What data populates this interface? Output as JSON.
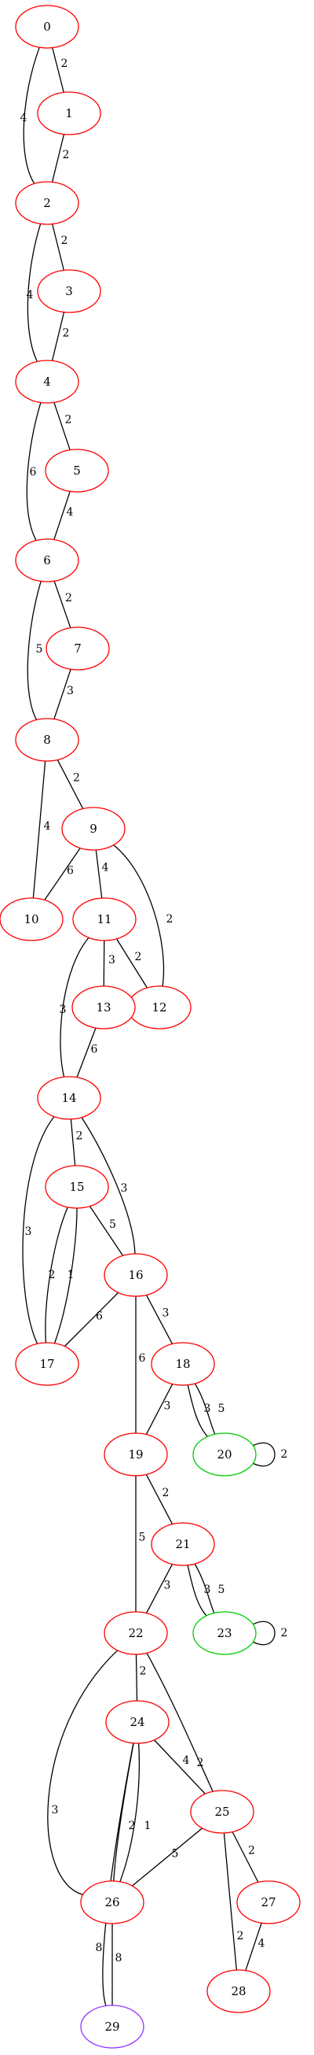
{
  "colors": {
    "default": "#ff0000",
    "green": "#00cc00",
    "purple": "#9933ff"
  },
  "nodes": [
    {
      "id": "n0",
      "label": "0",
      "color": "red"
    },
    {
      "id": "n1",
      "label": "1",
      "color": "red"
    },
    {
      "id": "n2",
      "label": "2",
      "color": "red"
    },
    {
      "id": "n3",
      "label": "3",
      "color": "red"
    },
    {
      "id": "n4",
      "label": "4",
      "color": "red"
    },
    {
      "id": "n5",
      "label": "5",
      "color": "red"
    },
    {
      "id": "n6",
      "label": "6",
      "color": "red"
    },
    {
      "id": "n7",
      "label": "7",
      "color": "red"
    },
    {
      "id": "n8",
      "label": "8",
      "color": "red"
    },
    {
      "id": "n9",
      "label": "9",
      "color": "red"
    },
    {
      "id": "n10",
      "label": "10",
      "color": "red"
    },
    {
      "id": "n11",
      "label": "11",
      "color": "red"
    },
    {
      "id": "n12",
      "label": "12",
      "color": "red"
    },
    {
      "id": "n13",
      "label": "13",
      "color": "red"
    },
    {
      "id": "n14",
      "label": "14",
      "color": "red"
    },
    {
      "id": "n15",
      "label": "15",
      "color": "red"
    },
    {
      "id": "n16",
      "label": "16",
      "color": "red"
    },
    {
      "id": "n17",
      "label": "17",
      "color": "red"
    },
    {
      "id": "n18",
      "label": "18",
      "color": "red"
    },
    {
      "id": "n19",
      "label": "19",
      "color": "red"
    },
    {
      "id": "n20",
      "label": "20",
      "color": "green"
    },
    {
      "id": "n21",
      "label": "21",
      "color": "red"
    },
    {
      "id": "n22",
      "label": "22",
      "color": "red"
    },
    {
      "id": "n23",
      "label": "23",
      "color": "green"
    },
    {
      "id": "n24",
      "label": "24",
      "color": "red"
    },
    {
      "id": "n25",
      "label": "25",
      "color": "red"
    },
    {
      "id": "n26",
      "label": "26",
      "color": "red"
    },
    {
      "id": "n27",
      "label": "27",
      "color": "red"
    },
    {
      "id": "n28",
      "label": "28",
      "color": "red"
    },
    {
      "id": "n29",
      "label": "29",
      "color": "purple"
    }
  ],
  "edges": [
    {
      "source": "n0",
      "target": "n1",
      "label": "2"
    },
    {
      "source": "n0",
      "target": "n2",
      "label": "4"
    },
    {
      "source": "n1",
      "target": "n2",
      "label": "2"
    },
    {
      "source": "n2",
      "target": "n3",
      "label": "2"
    },
    {
      "source": "n2",
      "target": "n4",
      "label": "4"
    },
    {
      "source": "n3",
      "target": "n4",
      "label": "2"
    },
    {
      "source": "n4",
      "target": "n5",
      "label": "2"
    },
    {
      "source": "n4",
      "target": "n6",
      "label": "6"
    },
    {
      "source": "n5",
      "target": "n6",
      "label": "4"
    },
    {
      "source": "n6",
      "target": "n7",
      "label": "2"
    },
    {
      "source": "n6",
      "target": "n8",
      "label": "5"
    },
    {
      "source": "n7",
      "target": "n8",
      "label": "3"
    },
    {
      "source": "n8",
      "target": "n9",
      "label": "2"
    },
    {
      "source": "n8",
      "target": "n10",
      "label": "4"
    },
    {
      "source": "n9",
      "target": "n10",
      "label": "6"
    },
    {
      "source": "n9",
      "target": "n11",
      "label": "4"
    },
    {
      "source": "n9",
      "target": "n12",
      "label": "2"
    },
    {
      "source": "n11",
      "target": "n12",
      "label": "2"
    },
    {
      "source": "n11",
      "target": "n13",
      "label": "3"
    },
    {
      "source": "n11",
      "target": "n14",
      "label": "3"
    },
    {
      "source": "n13",
      "target": "n14",
      "label": "6"
    },
    {
      "source": "n14",
      "target": "n15",
      "label": "2"
    },
    {
      "source": "n14",
      "target": "n16",
      "label": "3"
    },
    {
      "source": "n14",
      "target": "n17",
      "label": "3"
    },
    {
      "source": "n15",
      "target": "n16",
      "label": "5"
    },
    {
      "source": "n15",
      "target": "n17",
      "label": "2"
    },
    {
      "source": "n15",
      "target": "n17",
      "label": "1"
    },
    {
      "source": "n16",
      "target": "n17",
      "label": "6"
    },
    {
      "source": "n16",
      "target": "n18",
      "label": "3"
    },
    {
      "source": "n16",
      "target": "n19",
      "label": "6"
    },
    {
      "source": "n18",
      "target": "n19",
      "label": "3"
    },
    {
      "source": "n18",
      "target": "n20",
      "label": "3"
    },
    {
      "source": "n18",
      "target": "n20",
      "label": "5"
    },
    {
      "source": "n20",
      "target": "n20",
      "label": "2"
    },
    {
      "source": "n19",
      "target": "n21",
      "label": "2"
    },
    {
      "source": "n19",
      "target": "n22",
      "label": "5"
    },
    {
      "source": "n21",
      "target": "n22",
      "label": "3"
    },
    {
      "source": "n21",
      "target": "n23",
      "label": "3"
    },
    {
      "source": "n21",
      "target": "n23",
      "label": "5"
    },
    {
      "source": "n23",
      "target": "n23",
      "label": "2"
    },
    {
      "source": "n22",
      "target": "n24",
      "label": "2"
    },
    {
      "source": "n22",
      "target": "n25",
      "label": "2"
    },
    {
      "source": "n22",
      "target": "n26",
      "label": "3"
    },
    {
      "source": "n24",
      "target": "n25",
      "label": "4"
    },
    {
      "source": "n24",
      "target": "n26",
      "label": "2"
    },
    {
      "source": "n24",
      "target": "n26",
      "label": "1"
    },
    {
      "source": "n24",
      "target": "n29",
      "label": "8"
    },
    {
      "source": "n25",
      "target": "n26",
      "label": "5"
    },
    {
      "source": "n25",
      "target": "n27",
      "label": "2"
    },
    {
      "source": "n25",
      "target": "n28",
      "label": "2"
    },
    {
      "source": "n27",
      "target": "n28",
      "label": "4"
    },
    {
      "source": "n26",
      "target": "n29",
      "label": "8"
    }
  ]
}
